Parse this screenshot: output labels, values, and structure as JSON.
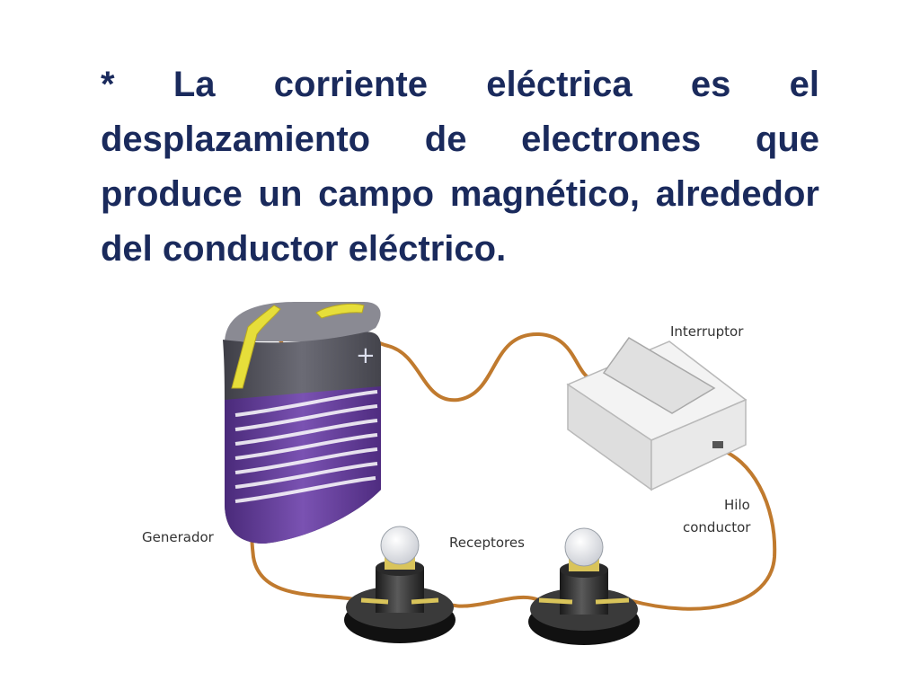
{
  "slide": {
    "statement": "* La corriente eléctrica es el desplazamiento de electrones que produce un campo magnético, alrededor del conductor eléctrico."
  },
  "diagram": {
    "labels": {
      "interruptor": "Interruptor",
      "hilo_1": "Hilo",
      "hilo_2": "conductor",
      "generador": "Generador",
      "receptores": "Receptores"
    },
    "battery": {
      "plus": "+",
      "minus": "–"
    },
    "colors": {
      "wire": "#c07a2e",
      "battery_body": "#5a5a63",
      "battery_bands": "#6a3f9e",
      "terminal": "#e6de3a",
      "text": "#1a2a5c"
    }
  }
}
